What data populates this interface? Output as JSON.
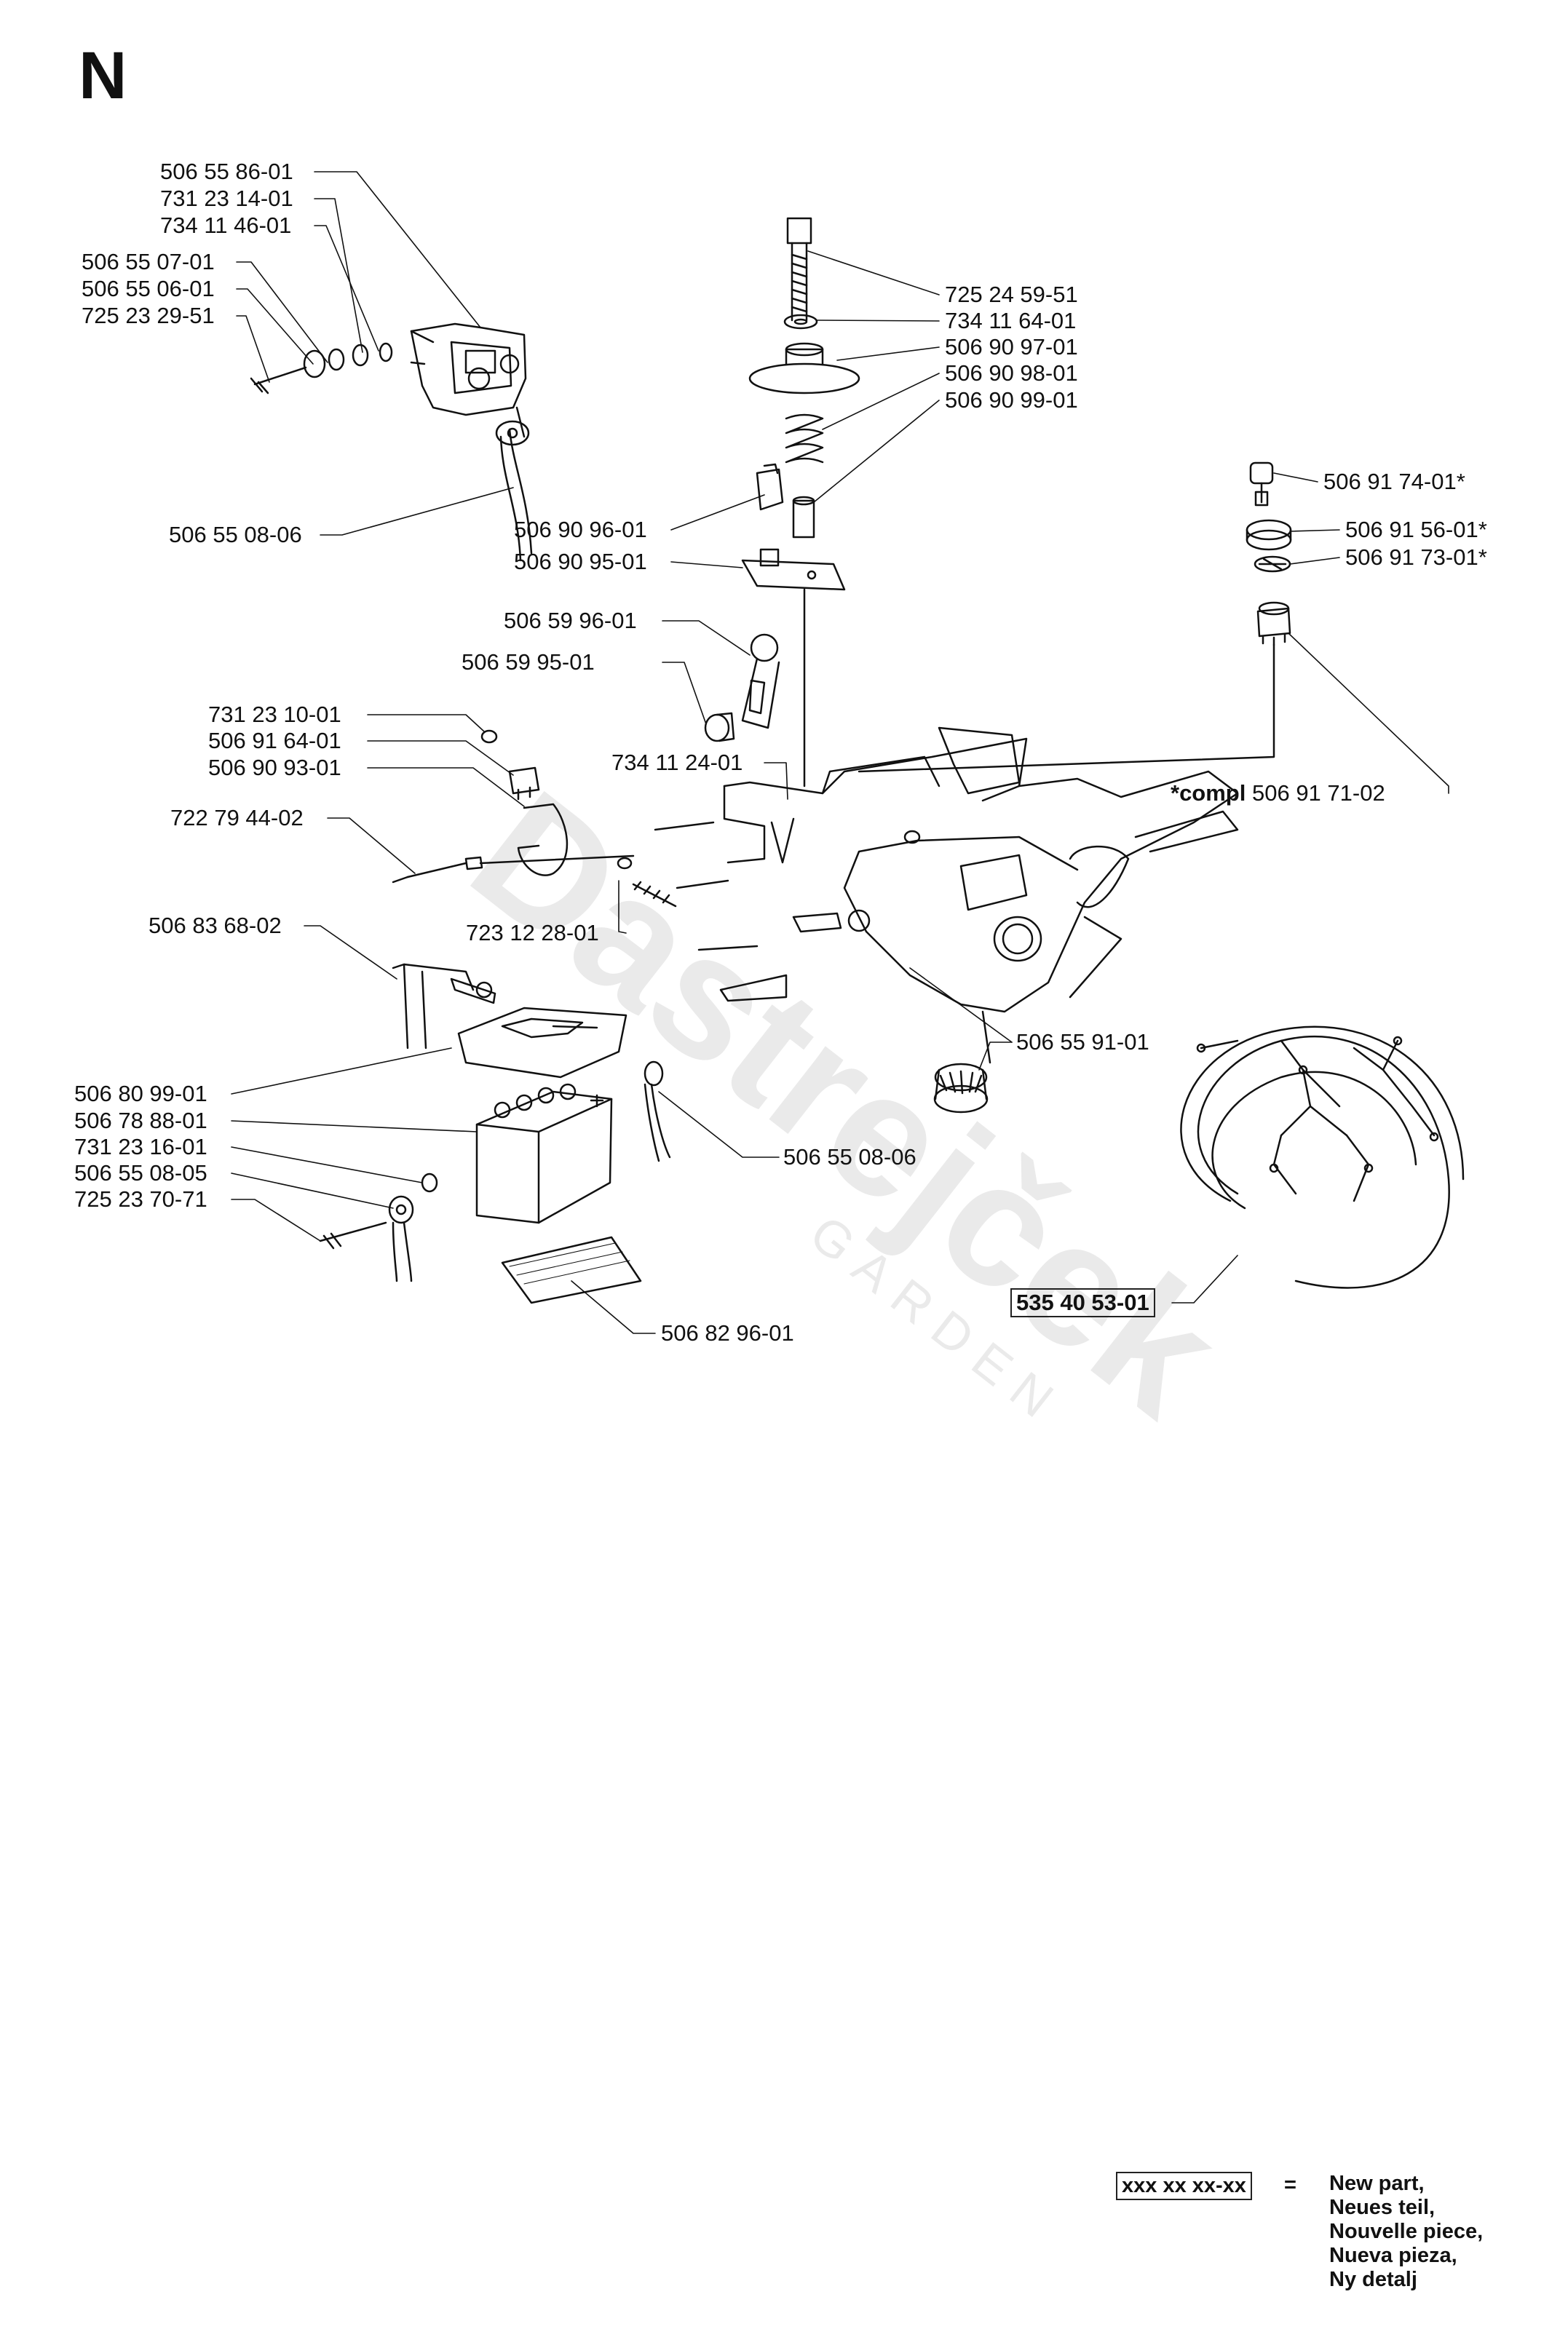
{
  "section": "N",
  "labels": {
    "p1": "506 55 86-01",
    "p2": "731 23 14-01",
    "p3": "734 11 46-01",
    "p4": "506 55 07-01",
    "p5": "506 55 06-01",
    "p6": "725 23 29-51",
    "p7": "506 55 08-06",
    "p8": "725 24 59-51",
    "p9": "734 11 64-01",
    "p10": "506 90 97-01",
    "p11": "506 90 98-01",
    "p12": "506 90 99-01",
    "p13": "506 91 74-01*",
    "p14": "506 90 96-01",
    "p15": "506 91 56-01*",
    "p16": "506 90 95-01",
    "p17": "506 91 73-01*",
    "p18": "506 59 96-01",
    "p19": "506 59 95-01",
    "p20": "731 23 10-01",
    "p21": "506 91 64-01",
    "p22": "734 11 24-01",
    "p23": "506 90 93-01",
    "p24_prefix": "*compl",
    "p24": "506 91 71-02",
    "p25": "722 79 44-02",
    "p26": "723 12 28-01",
    "p27": "506 83 68-02",
    "p28": "506 55 91-01",
    "p29": "506 80 99-01",
    "p30": "506 78 88-01",
    "p31": "731 23 16-01",
    "p32": "506 55 08-06",
    "p33": "506 55 08-05",
    "p34": "725 23 70-71",
    "p35": "535 40 53-01",
    "p36": "506 82 96-01"
  },
  "legend": {
    "code": "xxx xx xx-xx",
    "equals": "=",
    "lines": [
      "New part,",
      "Neues teil,",
      "Nouvelle piece,",
      "Nueva pieza,",
      "Ny detalj"
    ]
  },
  "watermark": {
    "brand": "Dastrejček",
    "sub": "GARDEN"
  }
}
